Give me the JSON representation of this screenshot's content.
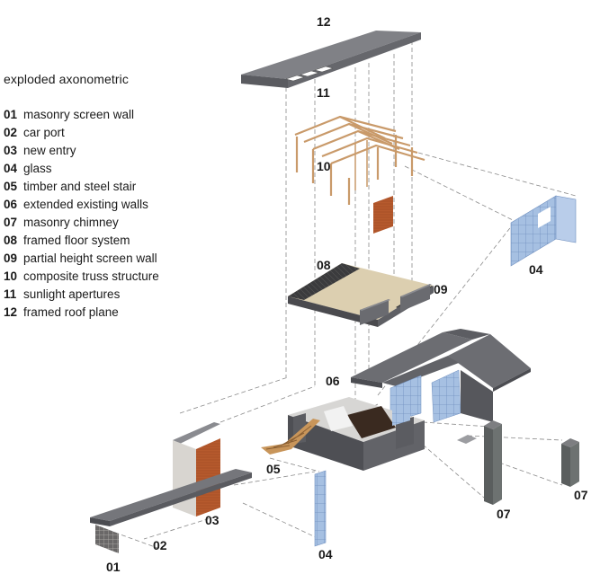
{
  "legend": {
    "title": "exploded axonometric",
    "items": [
      {
        "num": "01",
        "label": "masonry screen wall"
      },
      {
        "num": "02",
        "label": "car port"
      },
      {
        "num": "03",
        "label": "new entry"
      },
      {
        "num": "04",
        "label": "glass"
      },
      {
        "num": "05",
        "label": "timber and steel stair"
      },
      {
        "num": "06",
        "label": "extended existing walls"
      },
      {
        "num": "07",
        "label": "masonry chimney"
      },
      {
        "num": "08",
        "label": "framed floor system"
      },
      {
        "num": "09",
        "label": "partial height screen wall"
      },
      {
        "num": "10",
        "label": "composite truss structure"
      },
      {
        "num": "11",
        "label": "sunlight apertures"
      },
      {
        "num": "12",
        "label": "framed roof plane"
      }
    ]
  },
  "callouts": {
    "roof": "12",
    "apertures": "11",
    "truss": "10",
    "glass_upper": "04",
    "floor": "08",
    "screen_wall_partial": "09",
    "existing_walls": "06",
    "stair": "05",
    "entry": "03",
    "chimney_front": "07",
    "chimney_back": "07",
    "car_port": "02",
    "masonry_wall": "01",
    "glass_lower": "04"
  },
  "colors": {
    "roof": "#6d6e73",
    "roof_top": "#85868b",
    "wall": "#5f6066",
    "timber": "#b85c30",
    "glass": "#9db8dc",
    "floor_light": "#d9ccaa",
    "floor_dark": "#3a3a3a",
    "dashed": "#8a8a8a"
  }
}
